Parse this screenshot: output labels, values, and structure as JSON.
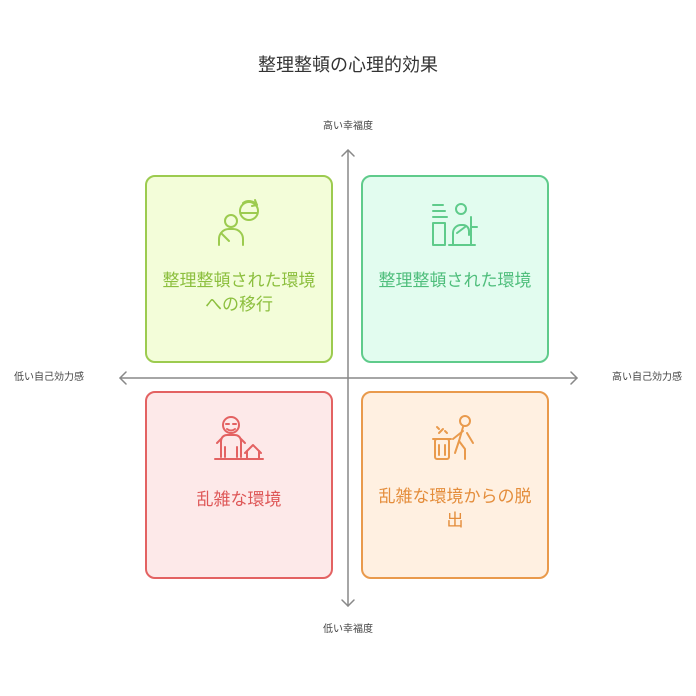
{
  "title": "整理整頓の心理的効果",
  "axes": {
    "y_top": "高い幸福度",
    "y_bottom": "低い幸福度",
    "x_left": "低い自己効力感",
    "x_right": "高い自己効力感"
  },
  "quadrants": {
    "top_left": {
      "label": "整理整頓された環境への移行",
      "icon": "person-rotate-icon",
      "color": "#9ccb4f"
    },
    "top_right": {
      "label": "整理整頓された環境",
      "icon": "person-desk-icon",
      "color": "#5fcb8b"
    },
    "bottom_left": {
      "label": "乱雑な環境",
      "icon": "overwhelmed-person-house-icon",
      "color": "#e36262"
    },
    "bottom_right": {
      "label": "乱雑な環境からの脱出",
      "icon": "person-trash-icon",
      "color": "#e99a4c"
    }
  },
  "colors": {
    "axis": "#888888",
    "title": "#333333"
  }
}
